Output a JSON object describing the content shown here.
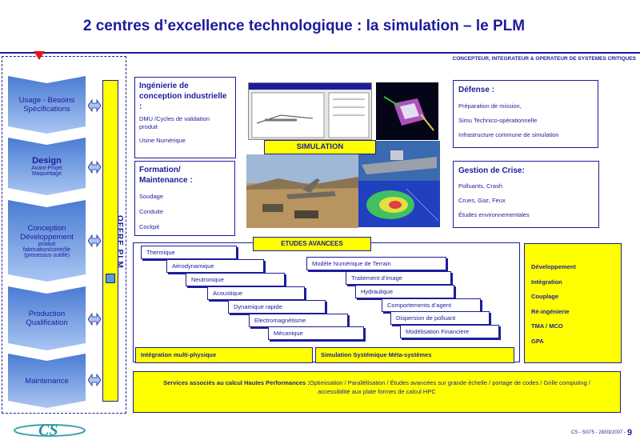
{
  "title": "2 centres d’excellence technologique : la simulation – le PLM",
  "tagline": "CONCEPTEUR, INTEGRATEUR & OPERATEUR DE SYSTEMES CRITIQUES",
  "phases": [
    {
      "lines": [
        "Usage - Besoins",
        "Spécifications"
      ]
    },
    {
      "title": "Design",
      "lines": [
        "Avant-Projet",
        "Maquettage"
      ]
    },
    {
      "lines": [
        "Conception",
        "Développement"
      ],
      "small": [
        "produit",
        "fabrication/contrôle",
        "(processus outillé)"
      ]
    },
    {
      "lines": [
        "Production",
        "Qualification"
      ]
    },
    {
      "lines": [
        "Maintenance"
      ]
    }
  ],
  "offre_label": "OFFRE PLM",
  "ingenierie": {
    "title_lines": [
      "Ingénierie de",
      "conception industrielle",
      ":"
    ],
    "items": [
      "DMU /Cycles de validation",
      "produit",
      "Usine Numérique"
    ]
  },
  "formation": {
    "title_lines": [
      "Formation/",
      "Maintenance :"
    ],
    "items": [
      "Soudage",
      "Conduite",
      "Cockpit"
    ]
  },
  "defense": {
    "title": "Défense :",
    "items": [
      "Préparation de mission,",
      "Simu Technico-opérationnelle",
      "Infrastructure commune de simulation"
    ]
  },
  "crise": {
    "title": "Gestion de Crise:",
    "items": [
      "Polluants, Crash",
      "Crues, Gaz, Feux",
      "Études environnementales"
    ]
  },
  "simulation_label": "SIMULATION",
  "etudes_label": "ETUDES AVANCEES",
  "etudes_left": [
    "Thermique",
    "Aérodynamique",
    "Neutronique",
    "Acoustique",
    "Dynamique rapide",
    "Electromagnétisme",
    "Mécanique"
  ],
  "etudes_right": [
    "Modèle Numérique de Terrain",
    "Traitement d’image",
    "Hydraulique",
    "Comportements d’agent",
    "Dispersion de polluant",
    "Modélisation Financière"
  ],
  "integration_label": "Intégration multi-physique",
  "systemique_label": "Simulation Systémique Méta-systèmes",
  "right_list": [
    "Développement",
    "Intégration",
    "Couplage",
    "Ré-ingénierie",
    "TMA / MCO",
    "GPA"
  ],
  "services": {
    "bold": "Services associés au  calcul Hautes Performances :",
    "text": "Optimisation / Parallélisation  / Études avancées sur grande échelle /  portage de codes / Grille computing / accessibilité aux plate formes de calcul HPC"
  },
  "footer_ref": "CS - SG75 - 28/03/2007 -",
  "page_number": "9",
  "logo_text": "CS",
  "colors": {
    "navy": "#1c1c9c",
    "yellow": "#ffff00",
    "phase_blue": "#4a7bd4",
    "marker_red": "#e01818"
  }
}
